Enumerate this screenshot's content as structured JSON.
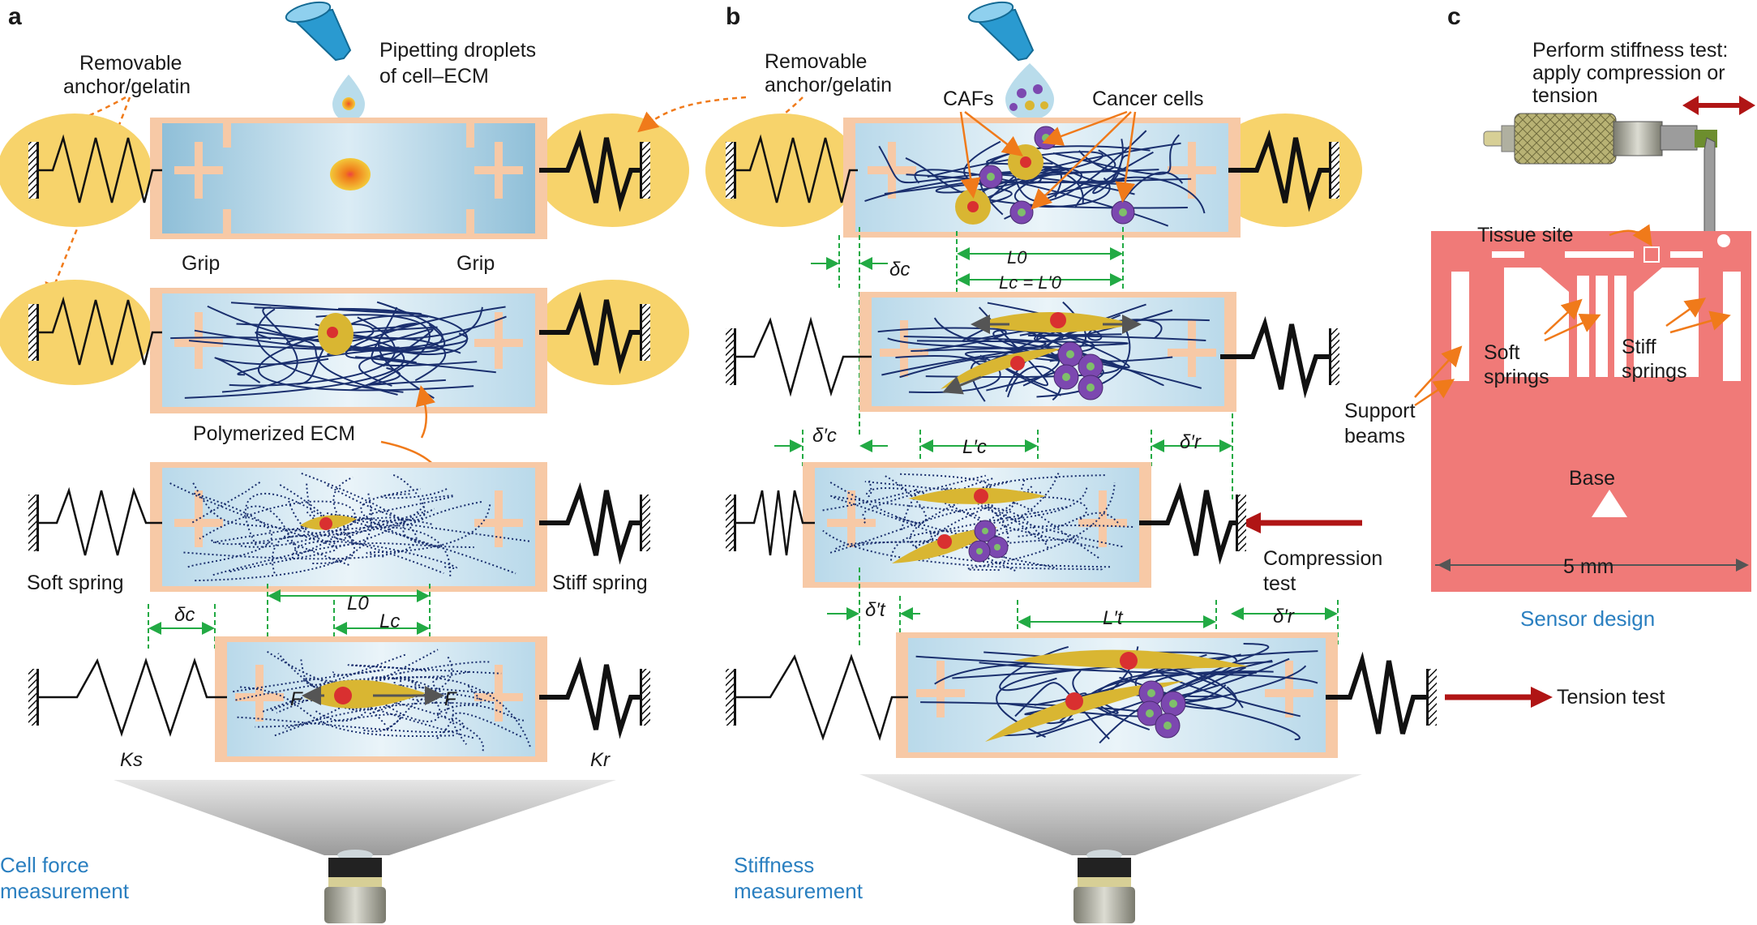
{
  "panels": {
    "a": {
      "letter": "a",
      "pipette_text": [
        "Pipetting droplets",
        "of cell–ECM"
      ],
      "anchor_text": [
        "Removable",
        "anchor/gelatin"
      ],
      "grip_left": "Grip",
      "grip_right": "Grip",
      "polymerized": "Polymerized ECM",
      "soft_spring": "Soft spring",
      "stiff_spring": "Stiff spring",
      "delta_c": "δc",
      "L0": "L0",
      "Lc": "Lc",
      "F": "F",
      "Ks": "Ks",
      "Kr": "Kr",
      "caption": [
        "Cell force",
        "measurement"
      ]
    },
    "b": {
      "letter": "b",
      "anchor_text": [
        "Removable",
        "anchor/gelatin"
      ],
      "cafs": "CAFs",
      "cancer": "Cancer cells",
      "delta_c": "δc",
      "L0": "L0",
      "Lc_eq": "Lc = L′0",
      "delta_pc": "δ′c",
      "Lpc": "L′c",
      "delta_pr": "δ′r",
      "compression": [
        "Compression",
        "test"
      ],
      "delta_pt": "δ′t",
      "Lpt": "L′t",
      "delta_pr2": "δ′r",
      "tension": "Tension test",
      "caption": [
        "Stiffness",
        "measurement"
      ]
    },
    "c": {
      "letter": "c",
      "perform": [
        "Perform stiffness test:",
        "apply compression or",
        "tension"
      ],
      "tissue_site": "Tissue site",
      "soft_springs": [
        "Soft",
        "springs"
      ],
      "stiff_springs": [
        "Stiff",
        "springs"
      ],
      "support_beams": [
        "Support",
        "beams"
      ],
      "base": "Base",
      "scale": "5 mm",
      "caption": "Sensor design"
    }
  },
  "colors": {
    "anchor": "#f7d36b",
    "frame": "#f7c9a6",
    "gel": "#cfe5f0",
    "dim": "#22aa44",
    "arrow_orange": "#f07a1a",
    "arrow_red": "#b01515",
    "sensor": "#f07a78",
    "cell": "#d9b632",
    "nucleus": "#d93030",
    "cancer": "#7c48b0"
  }
}
